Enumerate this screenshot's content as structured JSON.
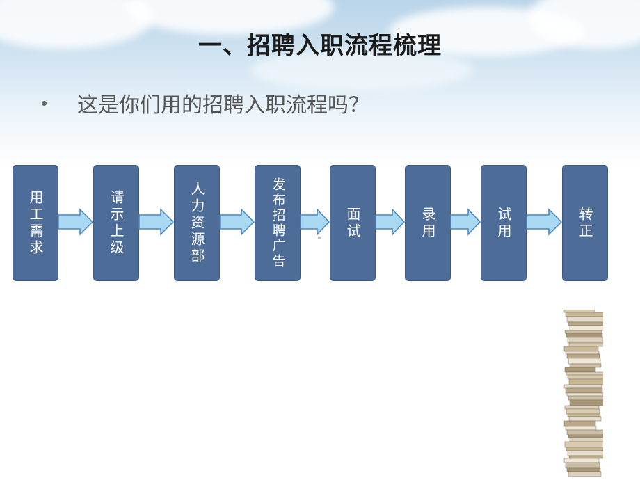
{
  "slide": {
    "title": "一、招聘入职流程梳理",
    "question": "这是你们用的招聘入职流程吗？"
  },
  "flow": {
    "steps": [
      {
        "label": "用工需求"
      },
      {
        "label": "请示上级"
      },
      {
        "label": "人力资源部"
      },
      {
        "label": "发布招聘广告"
      },
      {
        "label": "面试"
      },
      {
        "label": "录用"
      },
      {
        "label": "试用"
      },
      {
        "label": "转正"
      }
    ]
  },
  "colors": {
    "step_fill": "#4d6c98",
    "arrow_fill": "#a9d8f3",
    "arrow_stroke": "#4f86bd"
  },
  "icons": {
    "decoration": "book-stack-icon"
  }
}
